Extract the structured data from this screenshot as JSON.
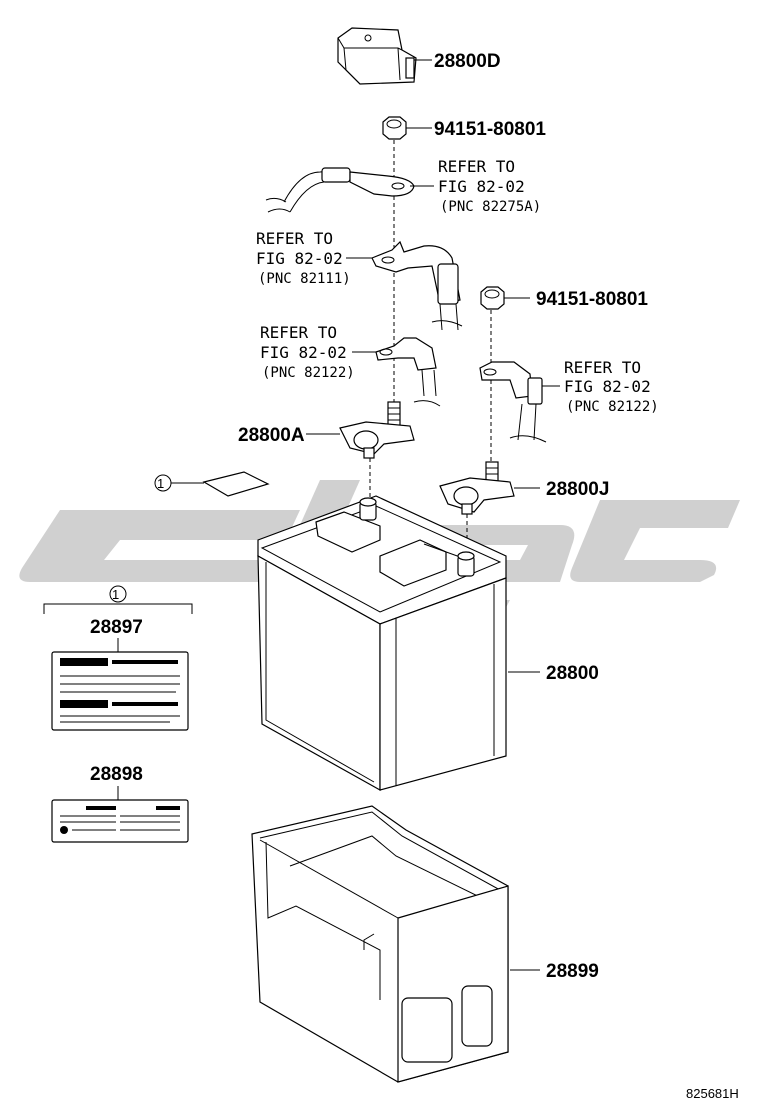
{
  "labels": {
    "p28800D": "28800D",
    "nut_top": "94151-80801",
    "nut_right": "94151-80801",
    "p28800A": "28800A",
    "p28800J": "28800J",
    "p28800": "28800",
    "p28897": "28897",
    "p28898": "28898",
    "p28899": "28899",
    "circle_ref": "①",
    "drawing_id": "825681H"
  },
  "refs": {
    "r1": {
      "line1": "REFER TO",
      "line2": "FIG 82-02",
      "line3": "(PNC 82275A)"
    },
    "r2": {
      "line1": "REFER TO",
      "line2": "FIG 82-02",
      "line3": "(PNC 82111)"
    },
    "r3": {
      "line1": "REFER TO",
      "line2": "FIG 82-02",
      "line3": "(PNC 82122)"
    },
    "r4": {
      "line1": "REFER TO",
      "line2": "FIG 82-02",
      "line3": "(PNC 82122)"
    }
  }
}
